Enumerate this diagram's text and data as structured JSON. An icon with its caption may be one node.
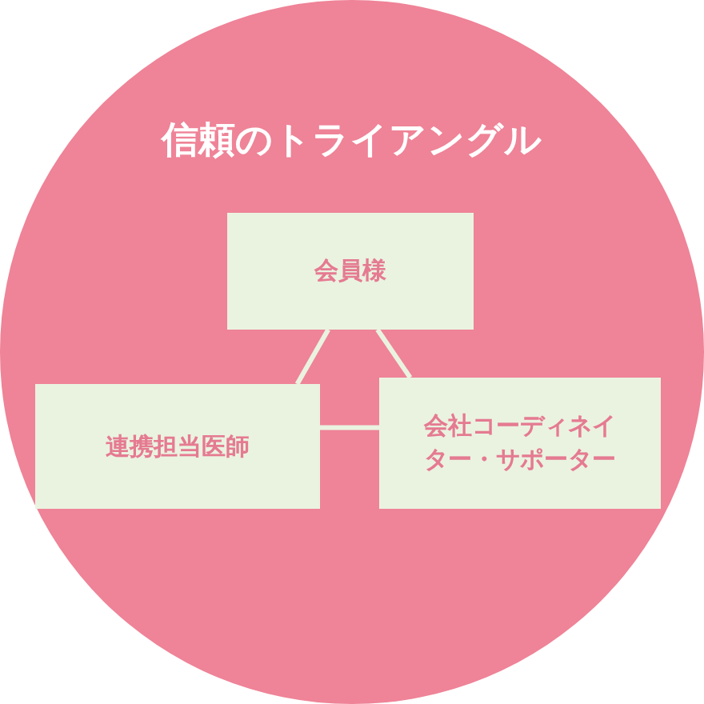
{
  "diagram": {
    "nodes": [
      {
        "text": [
          "信頼のトライアングル"
        ]
      },
      {
        "text": [
          "会員様"
        ],
        "in": 0
      },
      {
        "text": [
          "連携担当医師"
        ],
        "in": 0
      },
      {
        "text": [
          "会社コーディネイター・サポーター"
        ],
        "in": 0
      }
    ],
    "edges": [
      {
        "from": 1,
        "to": 2,
        "arrow": "none"
      },
      {
        "from": 1,
        "to": 3,
        "arrow": "none"
      },
      {
        "from": 2,
        "to": 3,
        "arrow": "none"
      }
    ]
  }
}
